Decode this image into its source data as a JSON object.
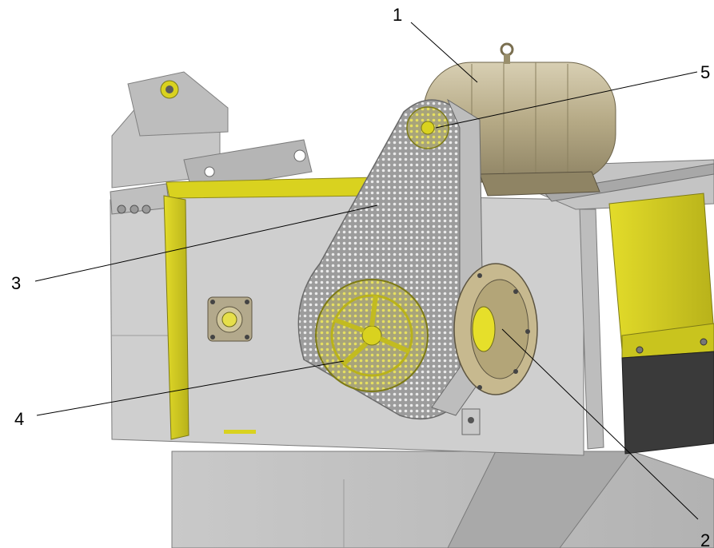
{
  "figure": {
    "callouts": [
      {
        "id": "callout-1",
        "label": "1",
        "part": "electric-motor"
      },
      {
        "id": "callout-2",
        "label": "2",
        "part": "bearing-housing"
      },
      {
        "id": "callout-3",
        "label": "3",
        "part": "belt-guard"
      },
      {
        "id": "callout-4",
        "label": "4",
        "part": "driven-pulley"
      },
      {
        "id": "callout-5",
        "label": "5",
        "part": "drive-pulley"
      }
    ],
    "colors": {
      "steel_light": "#d8d8d8",
      "steel_mid": "#b9b9b9",
      "steel_dark": "#8f8f8f",
      "accent_yellow": "#d9d21f",
      "motor_bronze": "#b8ad8c",
      "rubber_dark": "#3a3a3a"
    }
  }
}
